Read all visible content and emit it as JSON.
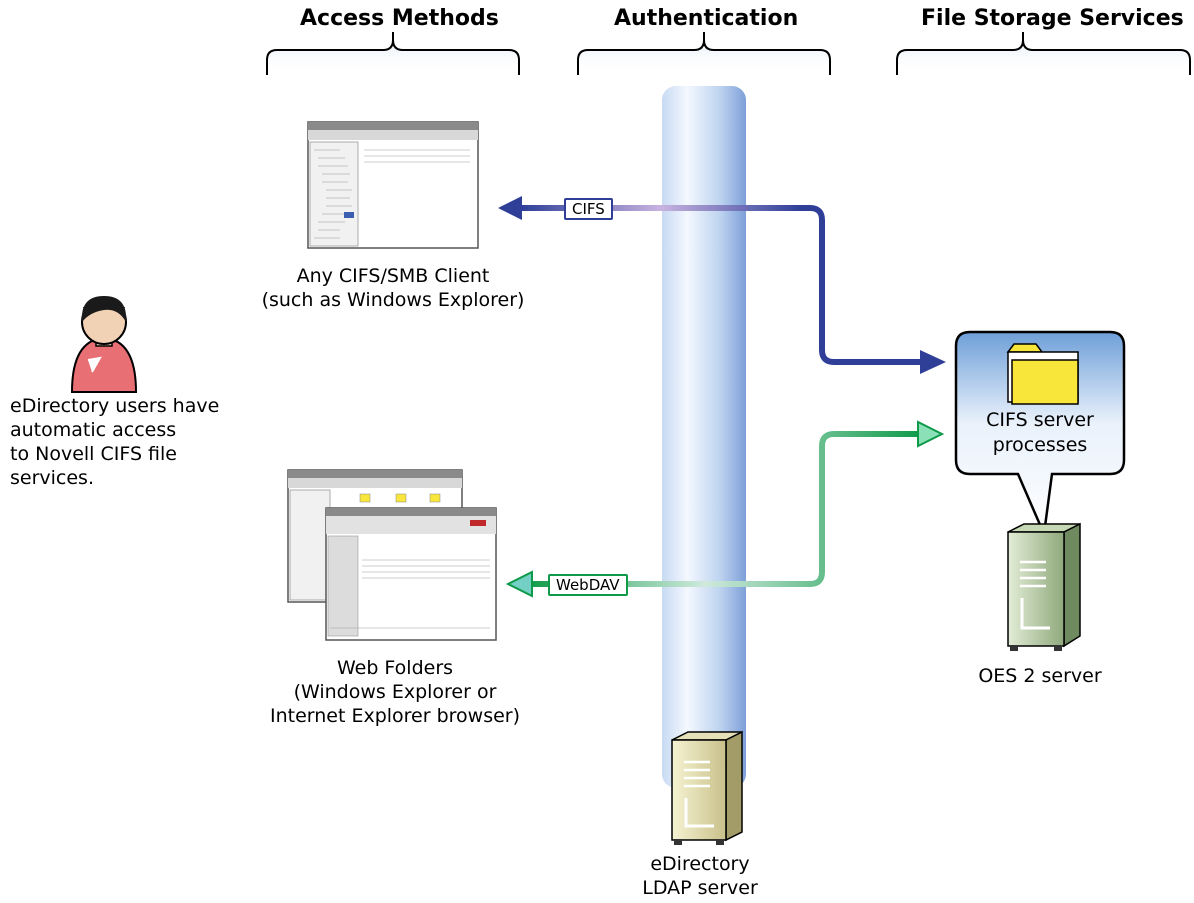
{
  "headers": {
    "access_methods": "Access Methods",
    "authentication": "Authentication",
    "file_storage": "File Storage Services"
  },
  "cifs_client": {
    "line1": "Any CIFS/SMB Client",
    "line2": "(such as Windows Explorer)"
  },
  "web_folders": {
    "line1": "Web Folders",
    "line2": "(Windows Explorer or",
    "line3": "Internet Explorer browser)"
  },
  "user": {
    "line1": "eDirectory users have",
    "line2": "automatic access",
    "line3": "to Novell CIFS file",
    "line4": "services."
  },
  "cifs_box": {
    "line1": "CIFS server",
    "line2": "processes"
  },
  "oes_server": {
    "label": "OES 2 server"
  },
  "edir_server": {
    "line1": "eDirectory",
    "line2": "LDAP server"
  },
  "protocols": {
    "cifs": "CIFS",
    "webdav": "WebDAV"
  },
  "colors": {
    "cifs_arrow": "#2f3f98",
    "webdav_arrow": "#0f9a4a",
    "bracket_fill": "#c9def1",
    "column": "#9fc0e8",
    "folder": "#f8e63a"
  }
}
